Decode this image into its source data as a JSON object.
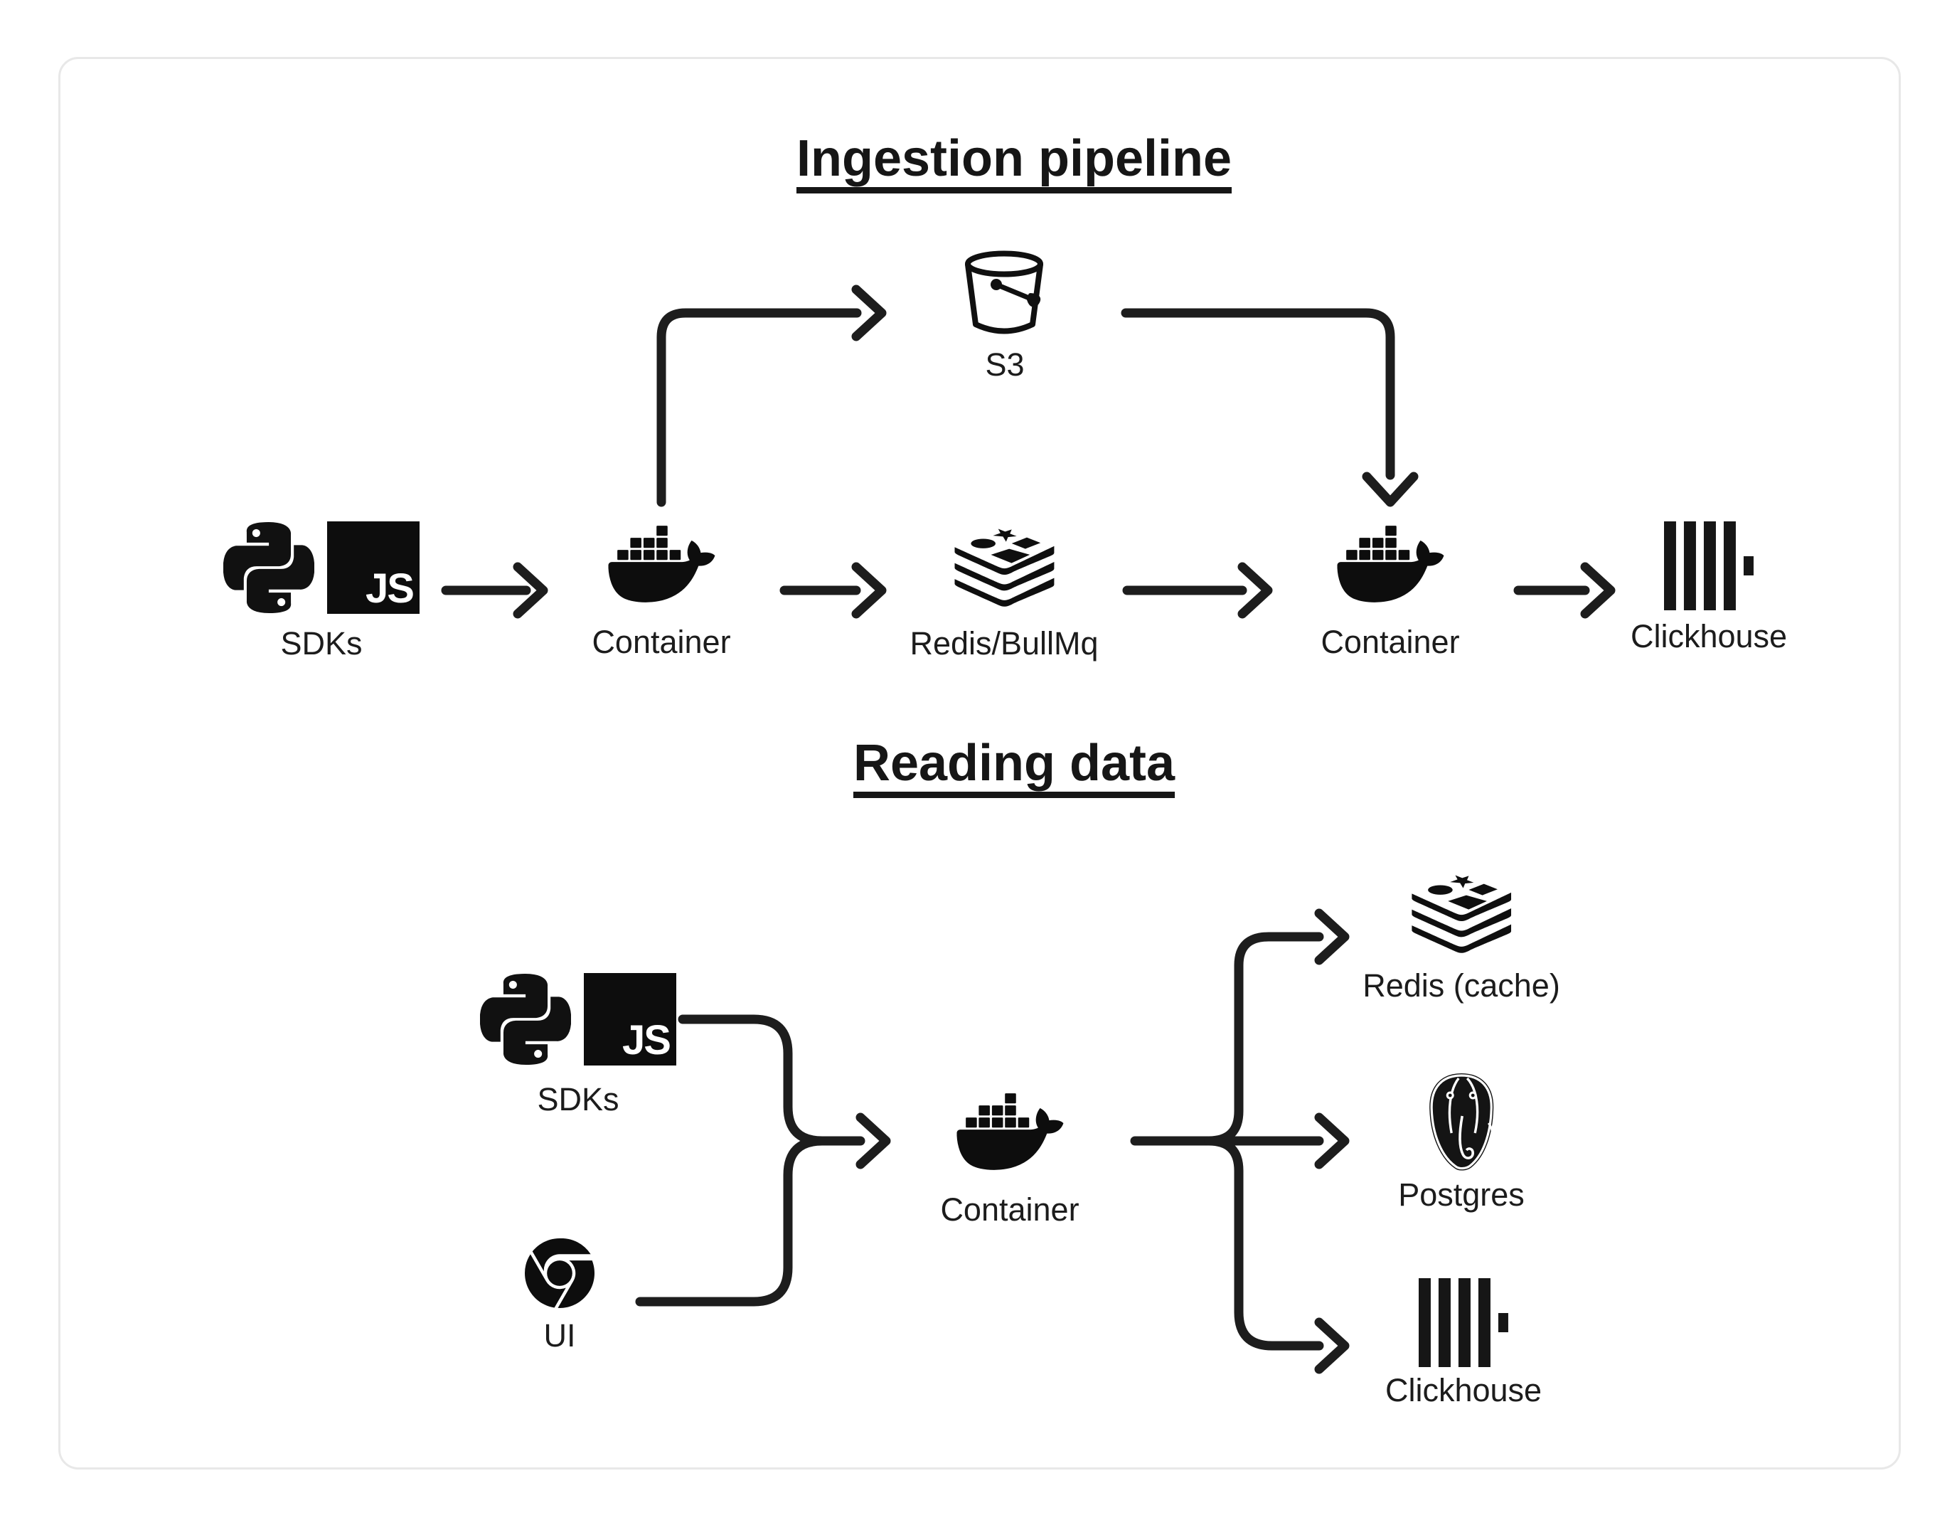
{
  "page": {
    "background": "#ffffff",
    "card_border": "#e8e8e8",
    "ink": "#1d1d1d"
  },
  "js_badge_text": "JS",
  "ingestion": {
    "title": "Ingestion pipeline",
    "sdks": {
      "label": "SDKs",
      "icons": [
        "python-icon",
        "javascript-icon"
      ]
    },
    "s3": {
      "label": "S3",
      "icon": "s3-bucket-icon"
    },
    "container_ingest": {
      "label": "Container",
      "icon": "docker-icon"
    },
    "queue": {
      "label": "Redis/BullMq",
      "icon": "redis-icon"
    },
    "container_worker": {
      "label": "Container",
      "icon": "docker-icon"
    },
    "clickhouse": {
      "label": "Clickhouse",
      "icon": "clickhouse-icon"
    }
  },
  "reading": {
    "title": "Reading data",
    "sdks": {
      "label": "SDKs",
      "icons": [
        "python-icon",
        "javascript-icon"
      ]
    },
    "ui": {
      "label": "UI",
      "icon": "chrome-icon"
    },
    "container": {
      "label": "Container",
      "icon": "docker-icon"
    },
    "redis_cache": {
      "label": "Redis (cache)",
      "icon": "redis-icon"
    },
    "postgres": {
      "label": "Postgres",
      "icon": "postgres-icon"
    },
    "clickhouse": {
      "label": "Clickhouse",
      "icon": "clickhouse-icon"
    }
  }
}
